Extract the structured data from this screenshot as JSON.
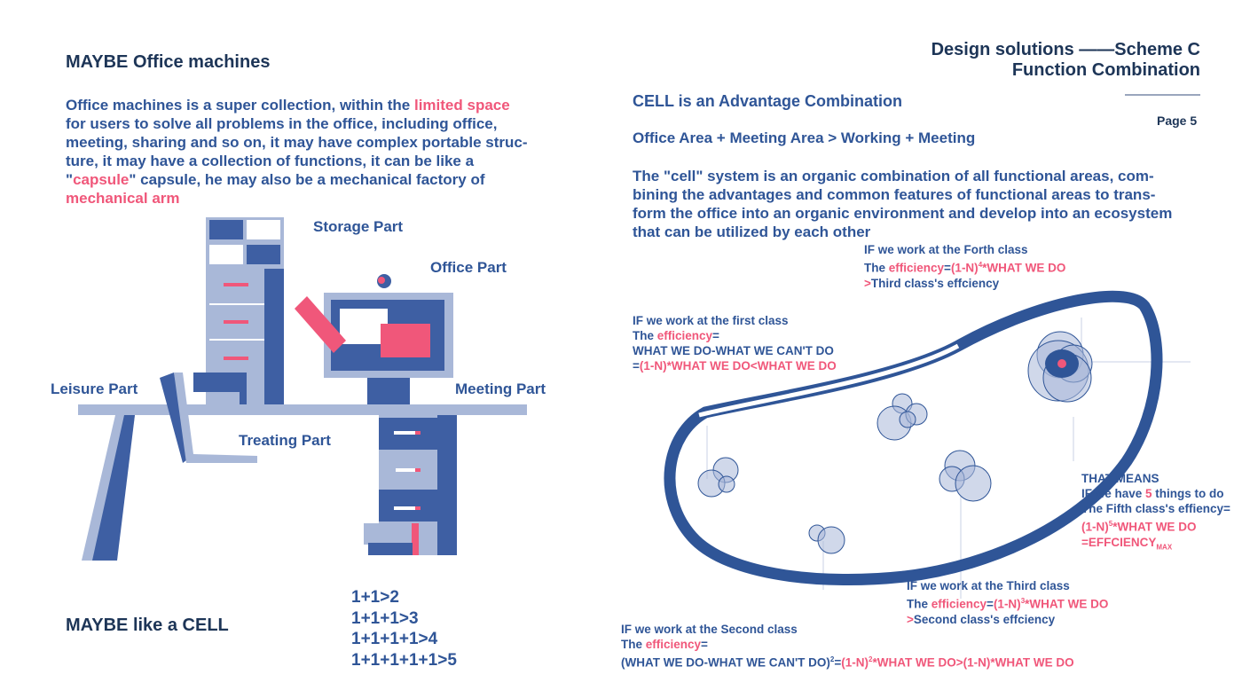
{
  "left": {
    "heading": "MAYBE Office machines",
    "intro": {
      "p1": "Office machines is a super collection, within the ",
      "hl1": "limited space",
      "p2": "for users to solve all problems in the office, including office,",
      "p3": "meeting, sharing and so on, it may have complex portable struc-",
      "p4": "ture, it may have a collection of functions, it can be like a",
      "q1": "\"",
      "hl2": "capsule",
      "p5": "\" capsule, he may also be a mechanical factory of",
      "hl3": "mechanical arm"
    },
    "labels": {
      "storage": "Storage Part",
      "office": "Office Part",
      "leisure": "Leisure Part",
      "meeting": "Meeting Part",
      "treating": "Treating Part"
    },
    "cell_heading": "MAYBE like a CELL",
    "sums": [
      "1+1>2",
      "1+1+1>3",
      "1+1+1+1>4",
      "1+1+1+1+1>5"
    ]
  },
  "right": {
    "header_line1": "Design solutions ——Scheme C",
    "header_line2": "Function Combination",
    "page": "Page 5",
    "cell_title": "CELL is an Advantage Combination",
    "formula": "Office Area + Meeting Area > Working + Meeting",
    "paragraph": [
      "The \"cell\" system is an organic combination of all functional areas, com-",
      "bining the advantages and common features of functional areas to trans-",
      "form the office into an organic environment and develop into an ecosystem",
      "that can be utilized by each other"
    ],
    "forth": {
      "l1": "IF we work at the Forth class",
      "the": "The ",
      "eff": "efficiency",
      "eq": "=",
      "f1": "(1-N)",
      "exp": "4",
      "f2": "*WHAT WE DO",
      "gt": ">",
      "l3": "Third class's effciency"
    },
    "first": {
      "l1": "IF we work at the first class",
      "the": "The ",
      "eff": "efficiency",
      "eq": "=",
      "l3": "WHAT WE DO-WHAT WE CAN'T DO",
      "eq2": "=",
      "l4": "(1-N)*WHAT WE DO<WHAT WE DO"
    },
    "means": {
      "l1": "THAT MEANS",
      "l2a": "IF we have ",
      "five": "5",
      "l2b": " things to do",
      "l3": "The Fifth class's effiency=",
      "f1": "(1-N)",
      "exp": "5",
      "f2": "*WHAT WE DO",
      "l5": "=EFFCIENCY",
      "max": "MAX"
    },
    "third": {
      "l1": "IF we work at the Third class",
      "the": "The ",
      "eff": "efficiency",
      "eq": "=",
      "f1": "(1-N)",
      "exp": "3",
      "f2": "*WHAT WE DO",
      "gt": ">",
      "l3": "Second class's effciency"
    },
    "second": {
      "l1": "IF we work at the Second class",
      "the": "The ",
      "eff": "efficiency",
      "eq": "=",
      "a": "(WHAT WE DO-WHAT WE CAN'T DO)",
      "exp1": "2",
      "eq2": "=",
      "b": "(1-N)",
      "exp2": "2",
      "c": "*WHAT WE DO>(1-N)*WHAT WE DO"
    }
  },
  "colors": {
    "navy": "#1d3557",
    "blue": "#2f5597",
    "pink": "#f0577a",
    "light": "#a9b8d8"
  }
}
